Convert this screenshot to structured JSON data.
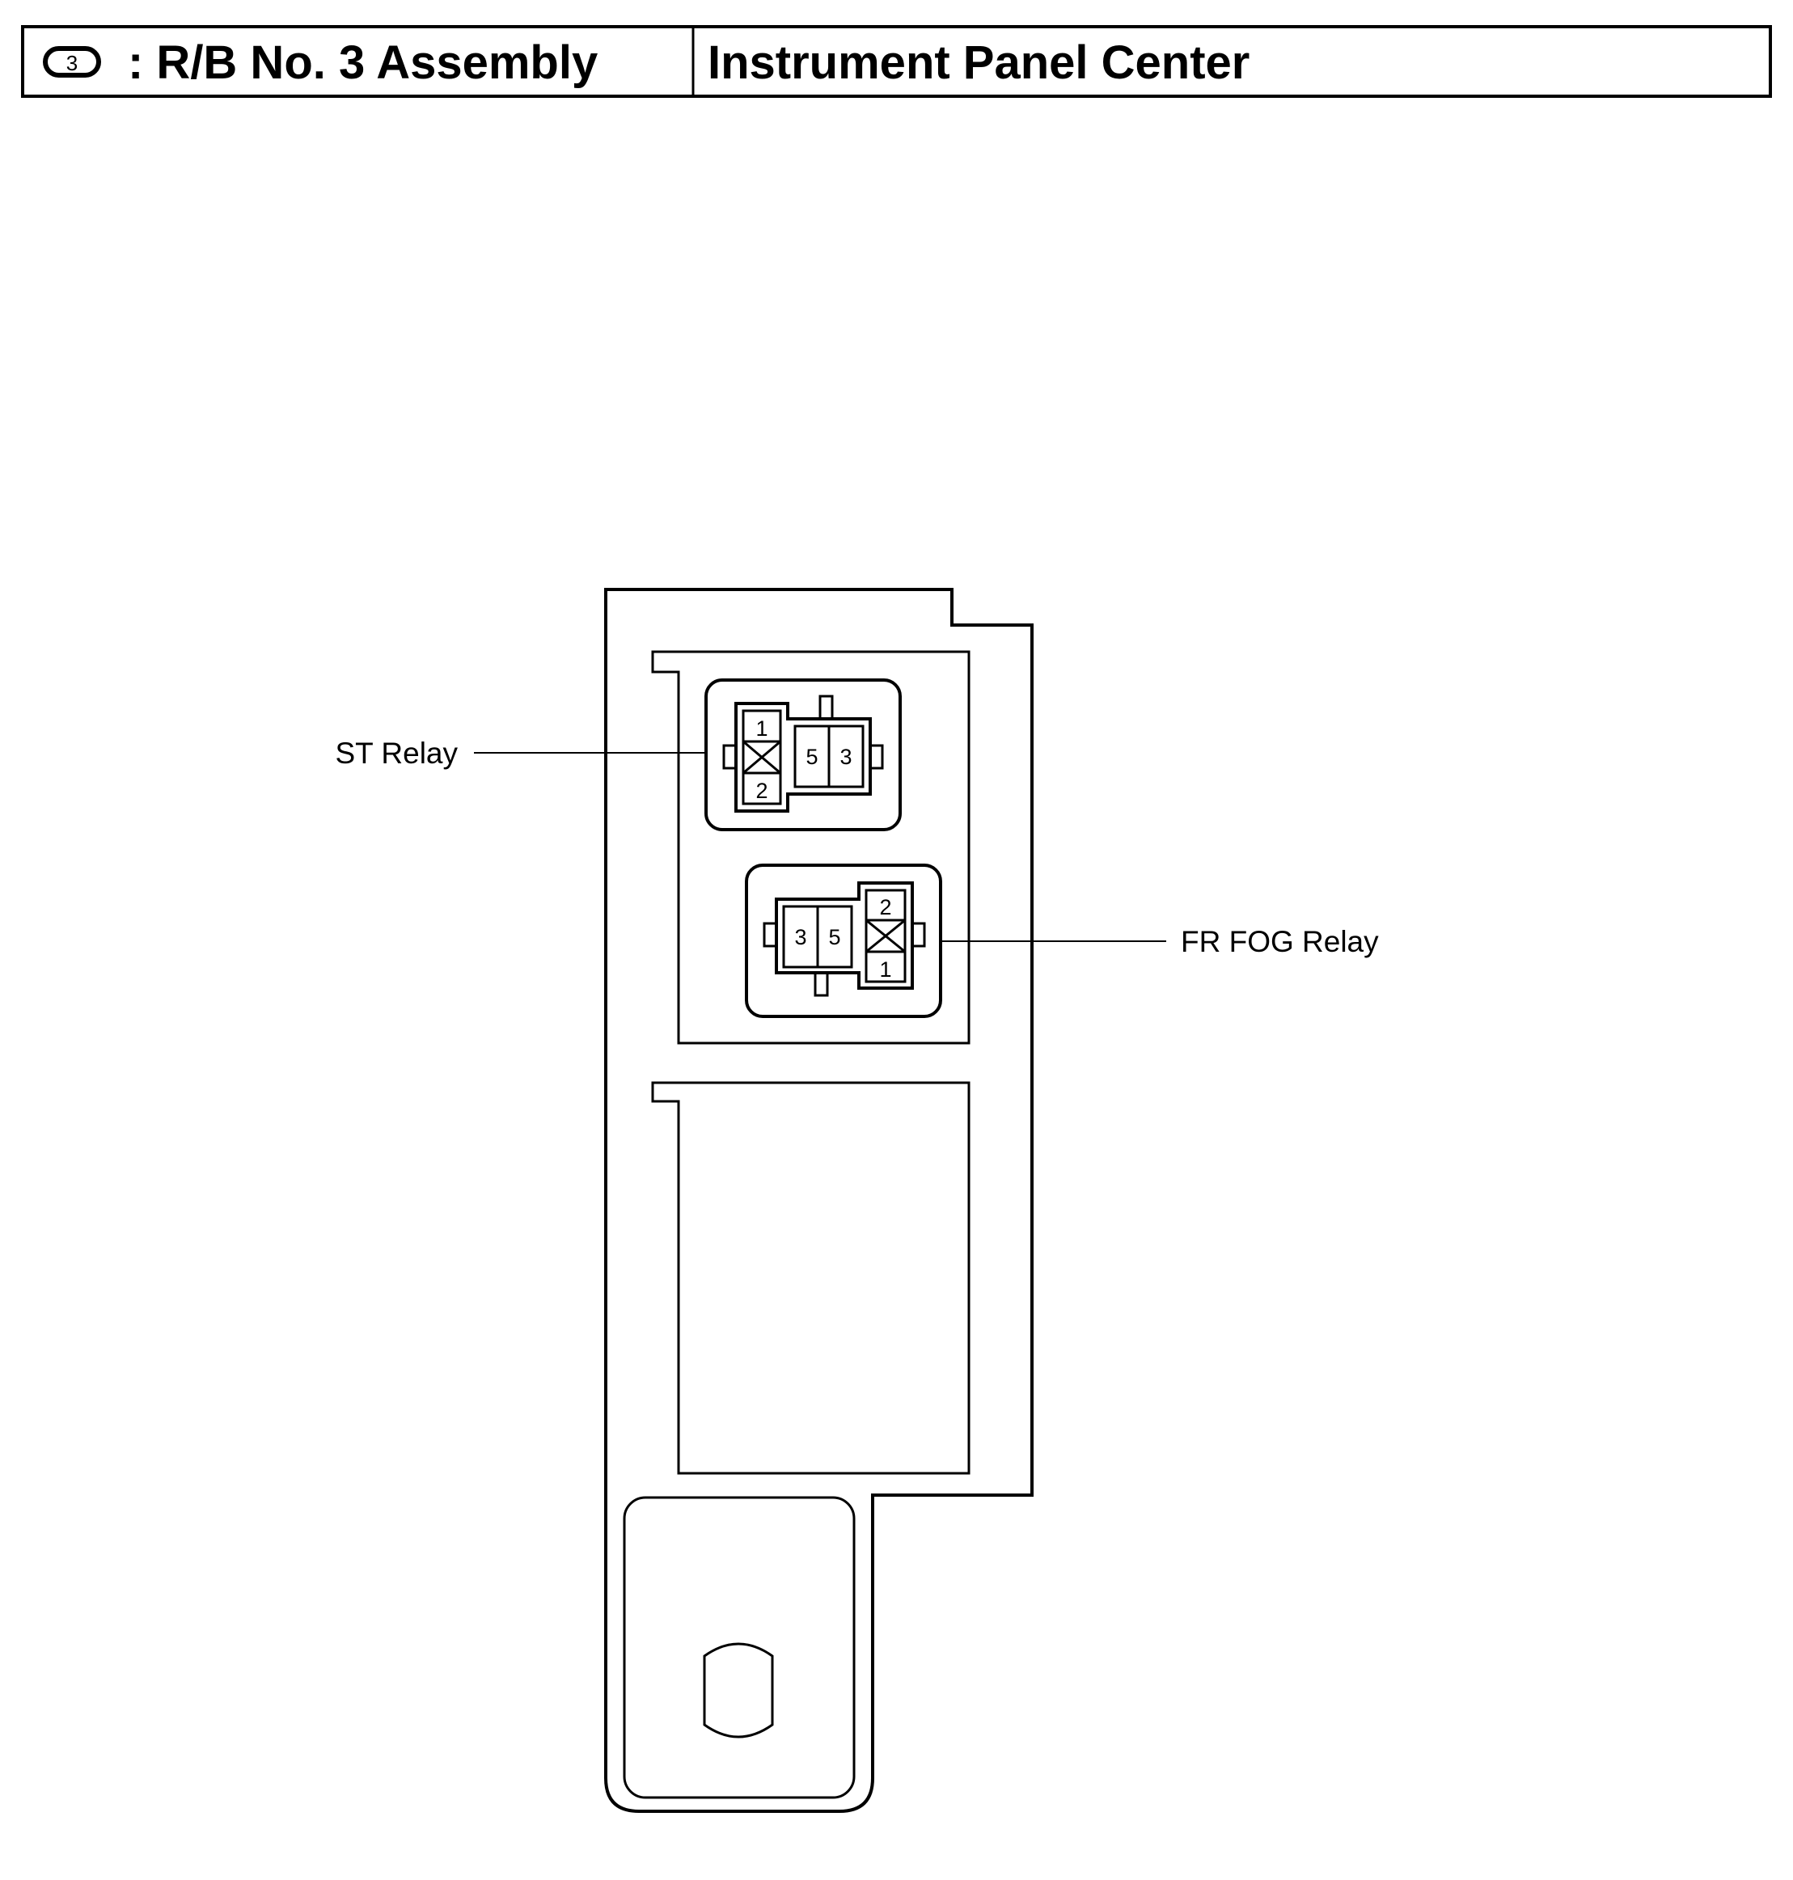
{
  "header": {
    "badge_number": "3",
    "left_title": ": R/B No. 3 Assembly",
    "right_title": "Instrument Panel Center"
  },
  "relays": [
    {
      "label": "ST Relay",
      "pins": [
        "1",
        "2",
        "5",
        "3"
      ]
    },
    {
      "label": "FR FOG Relay",
      "pins": [
        "2",
        "1",
        "3",
        "5"
      ]
    }
  ],
  "colors": {
    "line": "#000000",
    "background": "#ffffff"
  }
}
